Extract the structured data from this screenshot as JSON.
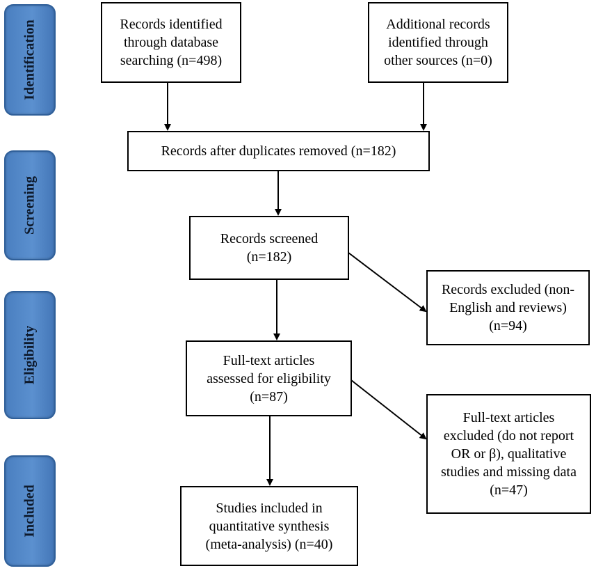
{
  "stages": {
    "identification": "Identification",
    "screening": "Screening",
    "eligibility": "Eligibility",
    "included": "Included"
  },
  "boxes": {
    "database_records": "Records identified\nthrough database\nsearching (n=498)",
    "other_records": "Additional records\nidentified through\nother sources (n=0)",
    "after_duplicates": "Records after duplicates removed (n=182)",
    "screened": "Records screened\n(n=182)",
    "excluded_screening": "Records excluded (non-\nEnglish and reviews)\n(n=94)",
    "fulltext_assessed": "Full-text articles\nassessed for eligibility\n(n=87)",
    "fulltext_excluded": "Full-text articles\nexcluded (do not report\nOR or β), qualitative\nstudies and missing data\n(n=47)",
    "included_studies": "Studies included in\nquantitative synthesis\n(meta-analysis) (n=40)"
  }
}
